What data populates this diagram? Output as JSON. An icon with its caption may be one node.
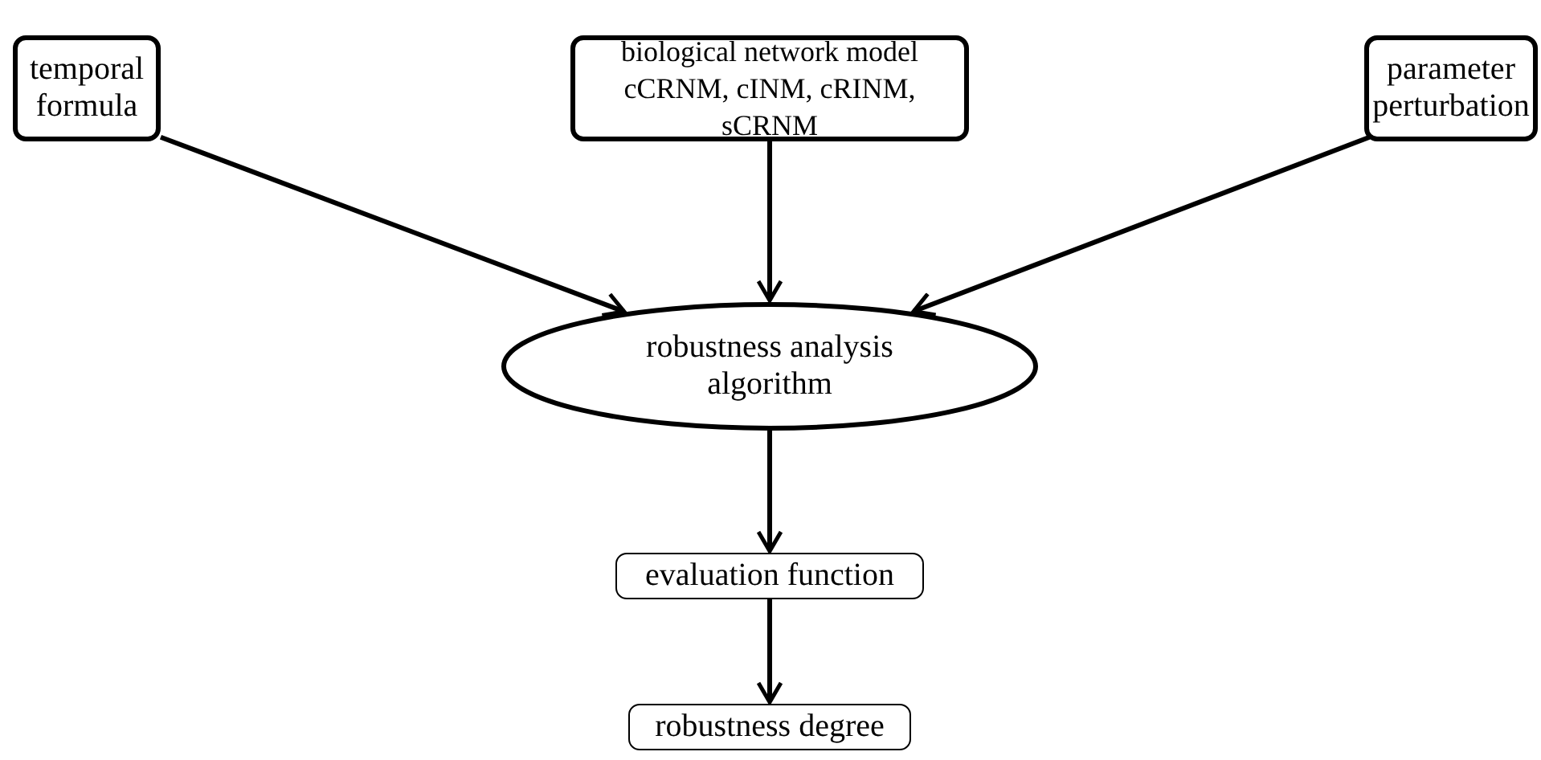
{
  "diagram": {
    "nodes": [
      {
        "text": [
          "temporal formula"
        ]
      },
      {
        "text": [
          "biological network model cCRNM, cINM, cRINM, sCRNM"
        ]
      },
      {
        "text": [
          "parameter perturbation"
        ]
      },
      {
        "text": [
          "robustness analysis algorithm"
        ]
      },
      {
        "text": [
          "evaluation function"
        ]
      },
      {
        "text": [
          "robustness degree"
        ]
      }
    ],
    "edges": [
      {
        "from": 0,
        "to": 3,
        "arrow": "to"
      },
      {
        "from": 1,
        "to": 3,
        "arrow": "to"
      },
      {
        "from": 2,
        "to": 3,
        "arrow": "to"
      },
      {
        "from": 3,
        "to": 4,
        "arrow": "to"
      },
      {
        "from": 4,
        "to": 5,
        "arrow": "to"
      }
    ]
  }
}
